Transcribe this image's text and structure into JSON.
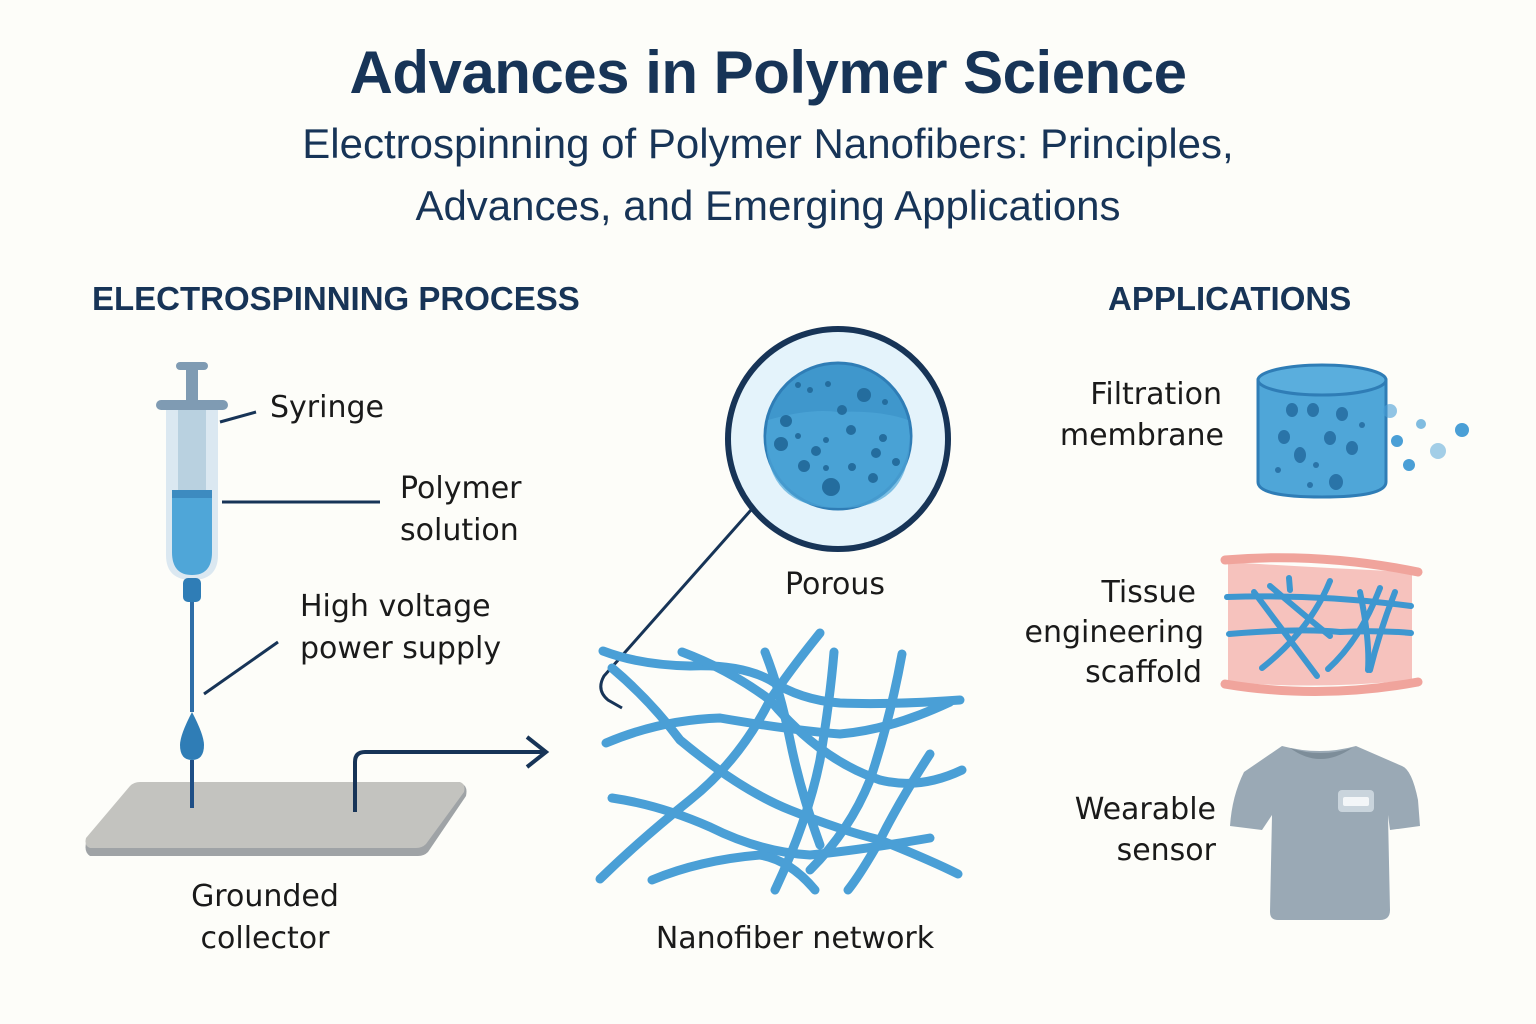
{
  "header": {
    "title": "Advances in Polymer Science",
    "subtitle_line1": "Electrospinning of Polymer Nanofibers: Principles,",
    "subtitle_line2": "Advances, and Emerging Applications"
  },
  "process": {
    "heading": "ELECTROSPINNING PROCESS",
    "labels": {
      "syringe": "Syringe",
      "polymer_solution_1": "Polymer",
      "polymer_solution_2": "solution",
      "power_supply_1": "High voltage",
      "power_supply_2": "power supply",
      "collector_1": "Grounded",
      "collector_2": "collector"
    }
  },
  "structure": {
    "porous_label": "Porous",
    "network_label": "Nanofiber network"
  },
  "applications": {
    "heading": "APPLICATIONS",
    "items": [
      {
        "line1": "Filtration",
        "line2": "membrane",
        "icon": "filter-cylinder-icon"
      },
      {
        "line1": "Tissue",
        "line2": "engineering",
        "line3": "scaffold",
        "icon": "tissue-scaffold-icon"
      },
      {
        "line1": "Wearable",
        "line2": "sensor",
        "icon": "t-shirt-sensor-icon"
      }
    ]
  },
  "colors": {
    "navy": "#173457",
    "fiber_blue": "#4a9fd6",
    "solution_blue": "#4fa6d8",
    "collector_gray": "#bdbdb8",
    "tissue_pink": "#f6c2bd",
    "shirt_gray": "#9aa9b5"
  }
}
